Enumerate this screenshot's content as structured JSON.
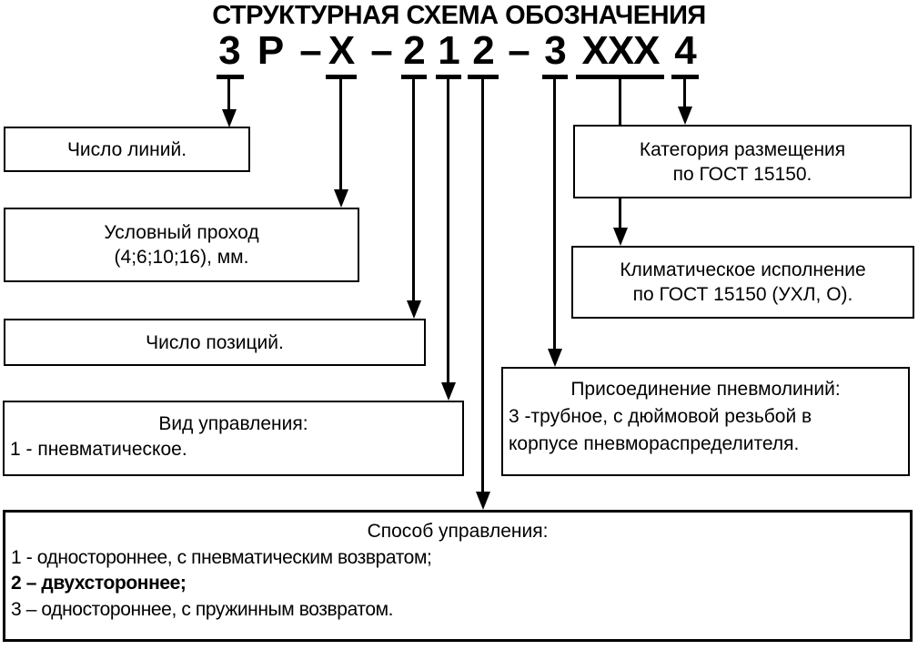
{
  "title": "СТРУКТУРНАЯ СХЕМА ОБОЗНАЧЕНИЯ",
  "designation_code": {
    "full_text": "3 Р – Х – 2 1 2 – 3 ХХХ 4",
    "parts": [
      {
        "text": "3",
        "underlined": true
      },
      {
        "text": "Р",
        "underlined": false
      },
      {
        "text": "–",
        "underlined": false
      },
      {
        "text": "Х",
        "underlined": true
      },
      {
        "text": "–",
        "underlined": false
      },
      {
        "text": "2",
        "underlined": true
      },
      {
        "text": "1",
        "underlined": true
      },
      {
        "text": "2",
        "underlined": true
      },
      {
        "text": "–",
        "underlined": false
      },
      {
        "text": "3",
        "underlined": true
      },
      {
        "text": "ХХХ",
        "underlined": true
      },
      {
        "text": "4",
        "underlined": true
      }
    ]
  },
  "boxes": {
    "number_of_lines": {
      "text": "Число линий."
    },
    "nominal_bore": {
      "lines": [
        "Условный проход",
        "(4;6;10;16), мм."
      ]
    },
    "number_of_positions": {
      "text": "Число позиций."
    },
    "control_kind": {
      "heading": "Вид управления:",
      "items": [
        "1 - пневматическое."
      ]
    },
    "pneumatic_connection": {
      "heading": "Присоединение пневмолиний:",
      "lines": [
        "3 -трубное, с дюймовой резьбой в",
        "корпусе пневмораспределителя."
      ]
    },
    "placement_category": {
      "lines": [
        "Категория размещения",
        "по ГОСТ 15150."
      ]
    },
    "climatic_design": {
      "lines": [
        "Климатическое исполнение",
        "по ГОСТ 15150 (УХЛ, О)."
      ]
    },
    "control_method": {
      "heading": "Способ управления:",
      "items": [
        "1 - одностороннее, с пневматическим возвратом;",
        "2 – двухстороннее;",
        "3 – одностороннее, с пружинным возвратом."
      ]
    }
  },
  "colors": {
    "ink": "#000000",
    "background": "#ffffff"
  }
}
